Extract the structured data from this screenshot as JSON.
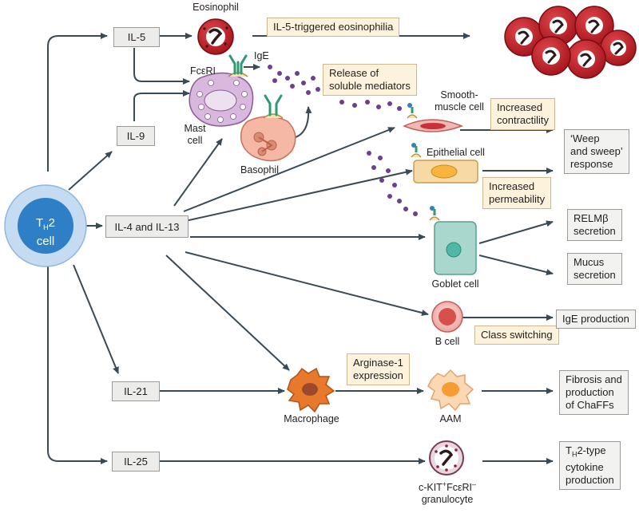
{
  "th2_cell": {
    "t": "T",
    "sub": "H",
    "rest": "2",
    "line2": "cell"
  },
  "cytokines": {
    "il5": "IL-5",
    "il9": "IL-9",
    "il4_il13": "IL-4 and IL-13",
    "il21": "IL-21",
    "il25": "IL-25"
  },
  "cells": {
    "eosinophil": "Eosinophil",
    "fceri": "FcεRI",
    "ige": "IgE",
    "mast_cell": [
      "Mast",
      "cell"
    ],
    "basophil": "Basophil",
    "smooth_muscle": [
      "Smooth-",
      "muscle cell"
    ],
    "epithelial": "Epithelial cell",
    "goblet": "Goblet cell",
    "b_cell": "B cell",
    "macrophage": "Macrophage",
    "aam": "AAM",
    "granulocyte": [
      "c-KIT",
      "+",
      "FcεRI",
      "–",
      "granulocyte"
    ]
  },
  "notes": {
    "eosinophilia": "IL-5-triggered eosinophilia",
    "mediators": [
      "Release of",
      "soluble mediators"
    ],
    "contractility": [
      "Increased",
      "contractility"
    ],
    "permeability": [
      "Increased",
      "permeability"
    ],
    "class_switching": "Class switching",
    "arginase": [
      "Arginase-1",
      "expression"
    ]
  },
  "outcomes": {
    "weep_sweep": [
      "‘Weep",
      "and sweep’",
      "response"
    ],
    "relmb": [
      "RELMβ",
      "secretion"
    ],
    "mucus": [
      "Mucus",
      "secretion"
    ],
    "ige_production": "IgE production",
    "fibrosis": [
      "Fibrosis and",
      "production",
      "of ChaFFs"
    ],
    "cytokine": [
      "T",
      "H",
      "2-type",
      "cytokine",
      "production"
    ]
  },
  "colors": {
    "arrow": "#3a4a55",
    "th2_outer": "#c4dbf1",
    "th2_inner": "#2f7fc6",
    "eosinophil": "#c8202a",
    "mast_cell": "#d8b8dc",
    "basophil": "#f4b8a4",
    "vesicle": "#6a3f97",
    "smooth_muscle": "#f0b8b4",
    "epithelial": "#f6d9a4",
    "goblet": "#a9d6cd",
    "b_cell": "#f4b6b2",
    "macrophage": "#e8792c",
    "receptor": "#2f9a72"
  },
  "icons": [
    "arrow-icon",
    "eosinophil-cell-icon",
    "mast-cell-icon",
    "basophil-icon",
    "receptor-icon",
    "smooth-muscle-cell-icon",
    "epithelial-cell-icon",
    "goblet-cell-icon",
    "b-cell-icon",
    "macrophage-icon",
    "aam-icon",
    "granulocyte-icon",
    "vesicle-icon"
  ]
}
